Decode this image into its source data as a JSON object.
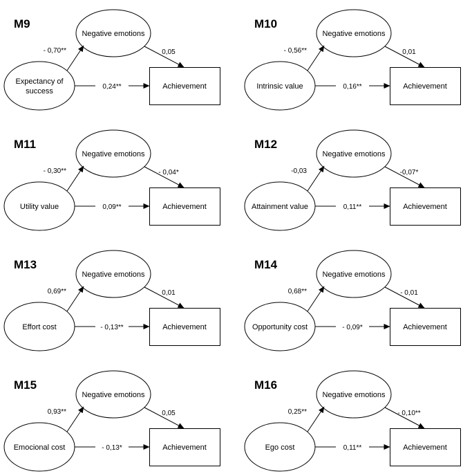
{
  "models": [
    {
      "id": "M9",
      "mediator": "Negative emotions",
      "predictor": [
        "Expectancy of",
        "success"
      ],
      "outcome": "Achievement",
      "path_a": "- 0,70**",
      "path_b": "0,05",
      "path_c": "0,24**"
    },
    {
      "id": "M10",
      "mediator": "Negative emotions",
      "predictor": [
        "Intrinsic value"
      ],
      "outcome": "Achievement",
      "path_a": "- 0,56**",
      "path_b": "0,01",
      "path_c": "0,16**"
    },
    {
      "id": "M11",
      "mediator": "Negative emotions",
      "predictor": [
        "Utility value"
      ],
      "outcome": "Achievement",
      "path_a": "- 0,30**",
      "path_b": "- 0,04*",
      "path_c": "0,09**"
    },
    {
      "id": "M12",
      "mediator": "Negative emotions",
      "predictor": [
        "Attainment value"
      ],
      "outcome": "Achievement",
      "path_a": "-0,03",
      "path_b": "-0,07*",
      "path_c": "0,11**"
    },
    {
      "id": "M13",
      "mediator": "Negative emotions",
      "predictor": [
        "Effort cost"
      ],
      "outcome": "Achievement",
      "path_a": "0,69**",
      "path_b": "0,01",
      "path_c": "- 0,13**"
    },
    {
      "id": "M14",
      "mediator": "Negative emotions",
      "predictor": [
        "Opportunity cost"
      ],
      "outcome": "Achievement",
      "path_a": "0,68**",
      "path_b": "- 0,01",
      "path_c": "- 0,09*"
    },
    {
      "id": "M15",
      "mediator": "Negative emotions",
      "predictor": [
        "Emocional cost"
      ],
      "outcome": "Achievement",
      "path_a": "0,93**",
      "path_b": "0,05",
      "path_c": "- 0,13*"
    },
    {
      "id": "M16",
      "mediator": "Negative emotions",
      "predictor": [
        "Ego cost"
      ],
      "outcome": "Achievement",
      "path_a": "0,25**",
      "path_b": "- 0,10**",
      "path_c": "0,11**"
    }
  ]
}
